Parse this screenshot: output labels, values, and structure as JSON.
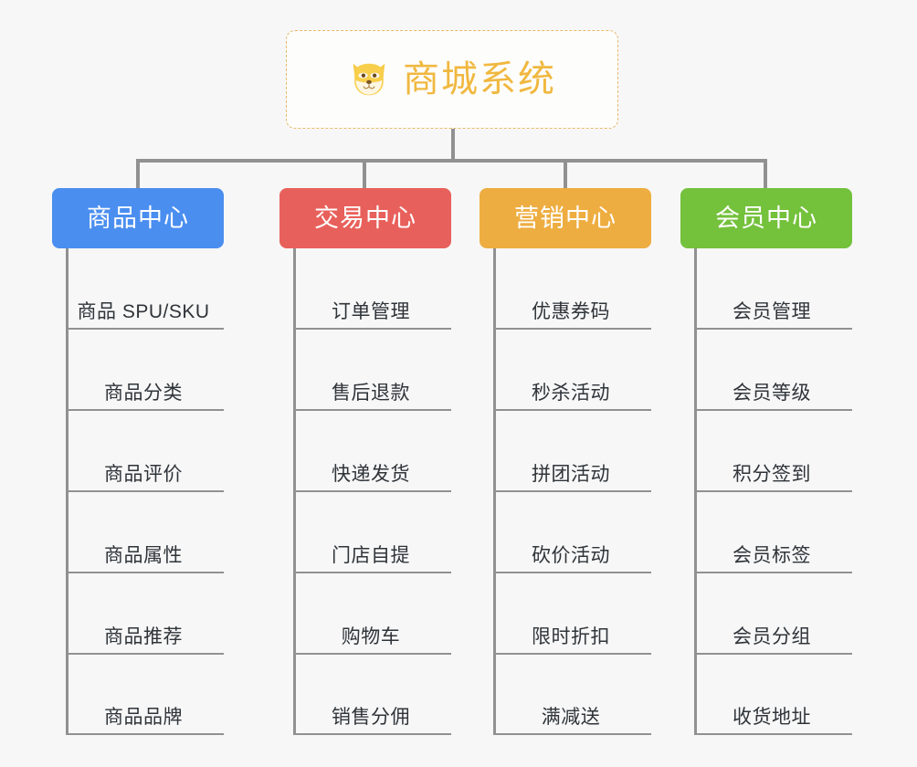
{
  "canvas": {
    "background": "#f7f7f7",
    "line_color": "#919191"
  },
  "root": {
    "icon": "shiba-dog-face-icon",
    "title": "商城系统",
    "text_color": "#f0b840",
    "border_color": "#e7b86a",
    "background": "#fdfdfb"
  },
  "categories": [
    {
      "label": "商品中心",
      "color": "#4a8ef0",
      "items": [
        "商品 SPU/SKU",
        "商品分类",
        "商品评价",
        "商品属性",
        "商品推荐",
        "商品品牌"
      ]
    },
    {
      "label": "交易中心",
      "color": "#e8605b",
      "items": [
        "订单管理",
        "售后退款",
        "快递发货",
        "门店自提",
        "购物车",
        "销售分佣"
      ]
    },
    {
      "label": "营销中心",
      "color": "#eead40",
      "items": [
        "优惠券码",
        "秒杀活动",
        "拼团活动",
        "砍价活动",
        "限时折扣",
        "满减送"
      ]
    },
    {
      "label": "会员中心",
      "color": "#74c13c",
      "items": [
        "会员管理",
        "会员等级",
        "积分签到",
        "会员标签",
        "会员分组",
        "收货地址"
      ]
    }
  ]
}
